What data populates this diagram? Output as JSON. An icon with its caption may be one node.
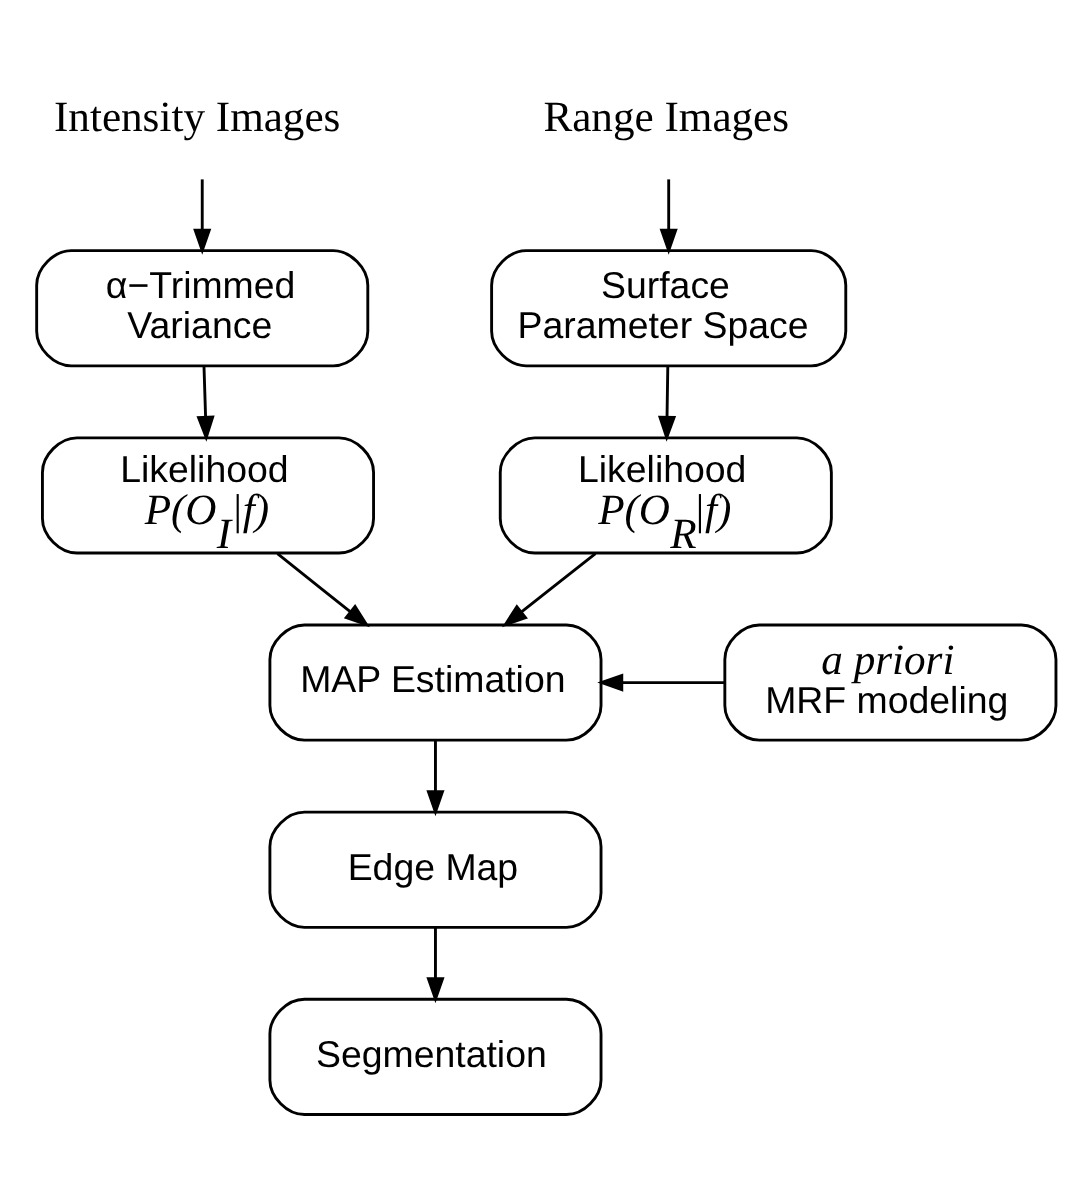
{
  "diagram": {
    "nodes": [
      {
        "text": [
          "Intensity Images"
        ]
      },
      {
        "text": [
          "Range Images"
        ]
      },
      {
        "text": [
          "α−Trimmed Variance"
        ]
      },
      {
        "text": [
          "Surface Parameter Space"
        ]
      },
      {
        "text": [
          "Likelihood",
          "P(O$_{I}$|f)"
        ]
      },
      {
        "text": [
          "Likelihood",
          "P(O$_{R}$|f)"
        ]
      },
      {
        "text": [
          "MAP Estimation"
        ]
      },
      {
        "text": [
          "*a priori*",
          "MRF modeling"
        ]
      },
      {
        "text": [
          "Edge Map"
        ]
      },
      {
        "text": [
          "Segmentation"
        ]
      }
    ],
    "edges": [
      {
        "from": 0,
        "to": 2,
        "arrow": "to"
      },
      {
        "from": 2,
        "to": 4,
        "arrow": "to"
      },
      {
        "from": 1,
        "to": 3,
        "arrow": "to"
      },
      {
        "from": 3,
        "to": 5,
        "arrow": "to"
      },
      {
        "from": 4,
        "to": 6,
        "arrow": "to"
      },
      {
        "from": 5,
        "to": 6,
        "arrow": "to"
      },
      {
        "from": 7,
        "to": 6,
        "arrow": "to"
      },
      {
        "from": 6,
        "to": 8,
        "arrow": "to"
      },
      {
        "from": 8,
        "to": 9,
        "arrow": "to"
      }
    ]
  }
}
